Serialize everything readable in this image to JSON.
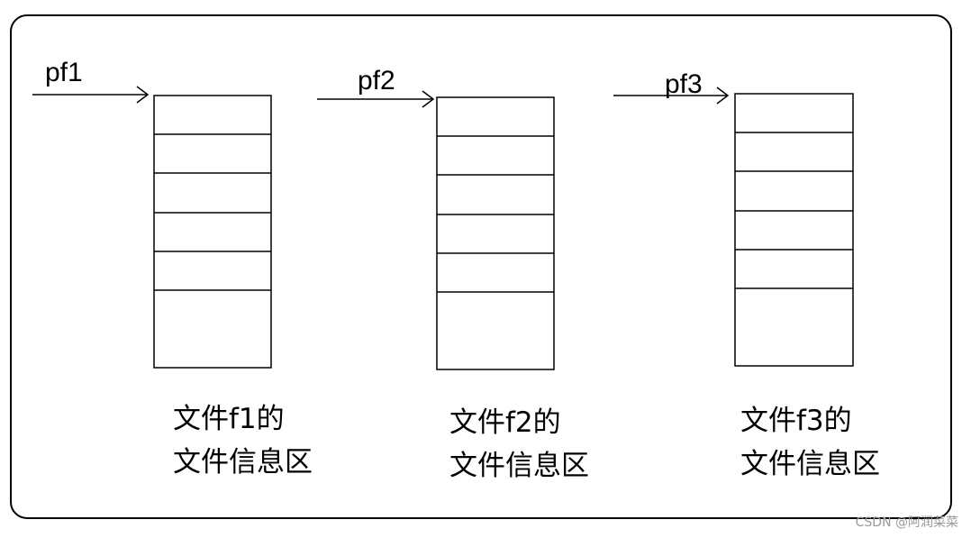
{
  "files": [
    {
      "pointer_label": "pf1",
      "caption_line1": "文件f1的",
      "caption_line2": "文件信息区"
    },
    {
      "pointer_label": "pf2",
      "caption_line1": "文件f2的",
      "caption_line2": "文件信息区"
    },
    {
      "pointer_label": "pf3",
      "caption_line1": "文件f3的",
      "caption_line2": "文件信息区"
    }
  ],
  "watermark": "CSDN @阿润菜菜"
}
